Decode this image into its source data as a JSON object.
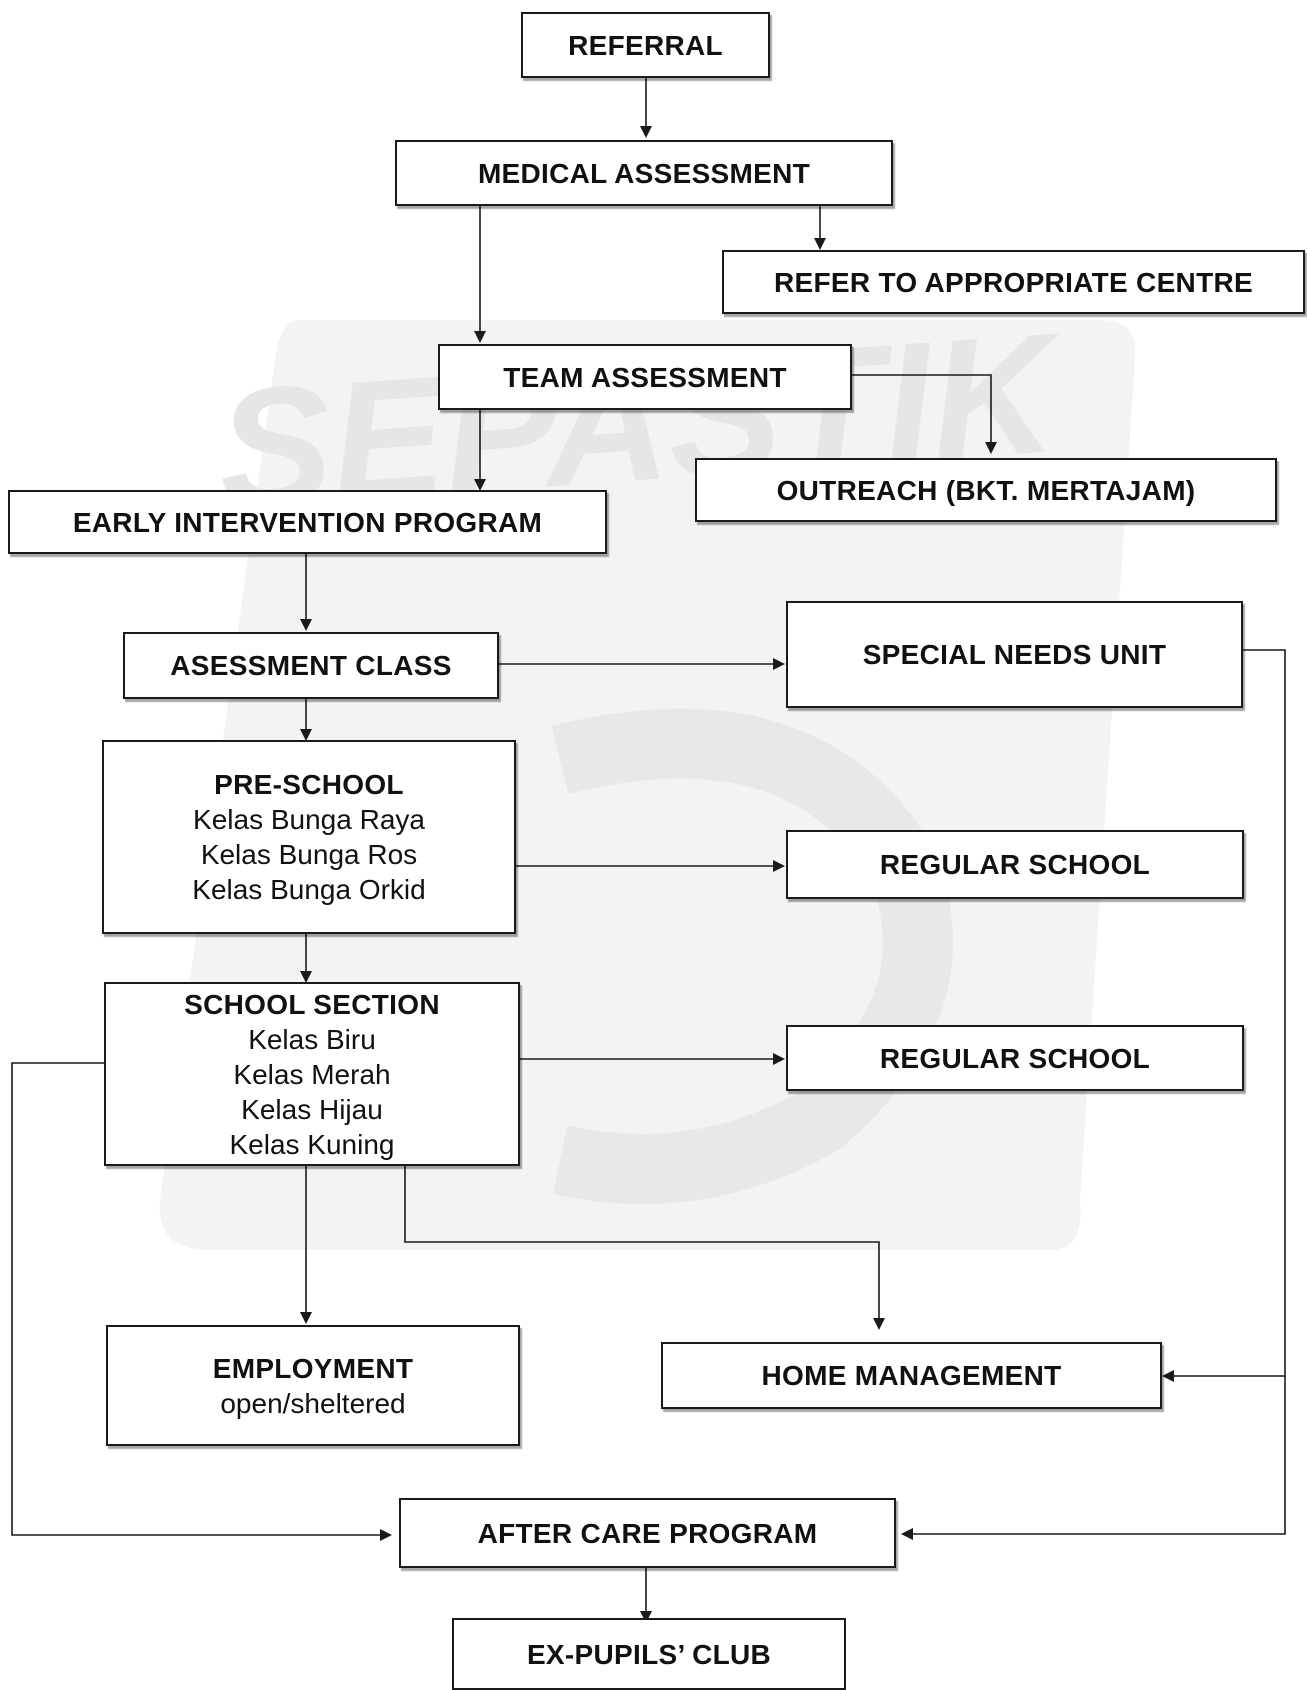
{
  "watermark": {
    "text": "SEPASTIK",
    "color": "#d9d9d9"
  },
  "colors": {
    "line": "#1a1a1a",
    "box_border": "#1a1a1a"
  },
  "nodes": {
    "referral": {
      "title": "REFERRAL"
    },
    "medical_assessment": {
      "title": "MEDICAL ASSESSMENT"
    },
    "refer_centre": {
      "title": "REFER TO APPROPRIATE CENTRE"
    },
    "team_assessment": {
      "title": "TEAM ASSESSMENT"
    },
    "outreach": {
      "title": "OUTREACH (BKT. MERTAJAM)"
    },
    "early_intervention": {
      "title": "EARLY INTERVENTION PROGRAM"
    },
    "assessment_class": {
      "title": "ASESSMENT CLASS"
    },
    "special_needs": {
      "title": "SPECIAL NEEDS UNIT"
    },
    "pre_school": {
      "title": "PRE-SCHOOL",
      "lines": [
        "Kelas Bunga Raya",
        "Kelas Bunga Ros",
        "Kelas Bunga Orkid"
      ]
    },
    "regular_school_1": {
      "title": "REGULAR SCHOOL"
    },
    "school_section": {
      "title": "SCHOOL SECTION",
      "lines": [
        "Kelas Biru",
        "Kelas Merah",
        "Kelas Hijau",
        "Kelas Kuning"
      ]
    },
    "regular_school_2": {
      "title": "REGULAR SCHOOL"
    },
    "employment": {
      "title": "EMPLOYMENT",
      "lines": [
        "open/sheltered"
      ]
    },
    "home_management": {
      "title": "HOME MANAGEMENT"
    },
    "after_care": {
      "title": "AFTER CARE PROGRAM"
    },
    "ex_pupils": {
      "title": "EX-PUPILS’ CLUB"
    }
  },
  "edges": [
    {
      "from": "referral",
      "to": "medical_assessment"
    },
    {
      "from": "medical_assessment",
      "to": "refer_centre"
    },
    {
      "from": "medical_assessment",
      "to": "team_assessment"
    },
    {
      "from": "team_assessment",
      "to": "outreach"
    },
    {
      "from": "team_assessment",
      "to": "early_intervention"
    },
    {
      "from": "early_intervention",
      "to": "assessment_class"
    },
    {
      "from": "assessment_class",
      "to": "special_needs"
    },
    {
      "from": "assessment_class",
      "to": "pre_school"
    },
    {
      "from": "pre_school",
      "to": "regular_school_1"
    },
    {
      "from": "pre_school",
      "to": "school_section"
    },
    {
      "from": "school_section",
      "to": "regular_school_2"
    },
    {
      "from": "school_section",
      "to": "employment"
    },
    {
      "from": "school_section",
      "to": "home_management"
    },
    {
      "from": "school_section",
      "to": "after_care"
    },
    {
      "from": "special_needs",
      "to": "home_management"
    },
    {
      "from": "special_needs",
      "to": "after_care"
    },
    {
      "from": "after_care",
      "to": "ex_pupils"
    }
  ]
}
